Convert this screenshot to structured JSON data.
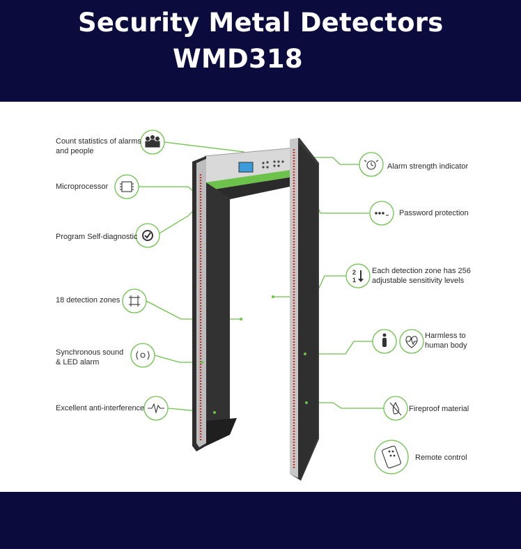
{
  "header": {
    "title_line1": "Security Metal Detectors",
    "title_line2": "WMD318"
  },
  "features": {
    "count_statistics": "Count statistics of alarms\nand people",
    "microprocessor": "Microprocessor",
    "self_diagnostic": "Program Self-diagnostic",
    "detection_zones": "18 detection zones",
    "sync_alarm": "Synchronous sound\n& LED alarm",
    "anti_interference": "Excellent anti-interference",
    "alarm_strength": "Alarm strength indicator",
    "password": "Password protection",
    "sensitivity": "Each detection zone has 256\nadjustable sensitivity levels",
    "harmless": "Harmless to\nhuman body",
    "fireproof": "Fireproof material",
    "remote": "Remote control"
  },
  "icons": {
    "count_statistics": "people-group-icon",
    "microprocessor": "chip-icon",
    "self_diagnostic": "wrench-check-icon",
    "detection_zones": "grid-dots-icon",
    "sync_alarm": "speaker-alarm-icon",
    "anti_interference": "waveform-icon",
    "alarm_strength": "alarm-bell-icon",
    "password": "password-dots-icon",
    "sensitivity": "sort-arrow-icon",
    "harmless_person": "person-icon",
    "harmless_heart": "heartbeat-icon",
    "fireproof": "no-fire-icon",
    "remote": "remote-control-icon"
  },
  "colors": {
    "band": "#0b0b3e",
    "accent": "#6cc24a",
    "led": "#c0322b"
  }
}
